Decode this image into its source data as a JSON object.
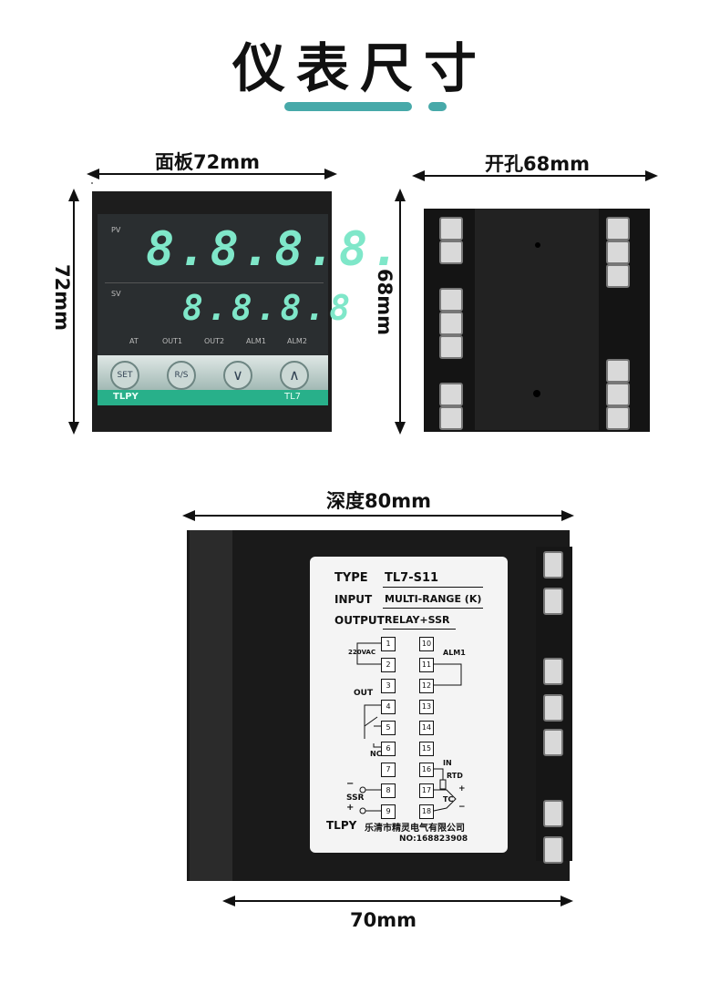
{
  "title": "仪表尺寸",
  "front": {
    "width_label": "面板72mm",
    "height_label": "72mm",
    "pv_label": "PV",
    "sv_label": "SV",
    "pv_digits": "8.8.8.8.",
    "sv_digits": "8.8.8.8",
    "indicators": [
      "AT",
      "OUT1",
      "OUT2",
      "ALM1",
      "ALM2"
    ],
    "buttons": [
      "SET",
      "R/S",
      "∨",
      "∧"
    ],
    "brand": "TLPY",
    "model": "TL7"
  },
  "rear": {
    "width_label": "开孔68mm",
    "height_label": "68mm"
  },
  "side": {
    "depth_label": "深度80mm",
    "bottom_label": "70mm",
    "label": {
      "type_key": "TYPE",
      "type_val": "TL7-S11",
      "input_key": "INPUT",
      "input_val": "MULTI-RANGE (K)",
      "output_key": "OUTPUT",
      "output_val": "RELAY+SSR",
      "left_terms": [
        "1",
        "2",
        "3",
        "4",
        "5",
        "6",
        "7",
        "8",
        "9"
      ],
      "right_terms": [
        "10",
        "11",
        "12",
        "13",
        "14",
        "15",
        "16",
        "17",
        "18"
      ],
      "v220": "220VAC",
      "out": "OUT",
      "nc": "NC",
      "ssr": "SSR",
      "minus": "−",
      "plus": "+",
      "alm1": "ALM1",
      "in": "IN",
      "rtd": "RTD",
      "tc": "TC",
      "tc_plus": "+",
      "tc_minus": "−",
      "brand": "TLPY",
      "company": "乐清市精灵电气有限公司",
      "no": "NO:168823908"
    }
  }
}
